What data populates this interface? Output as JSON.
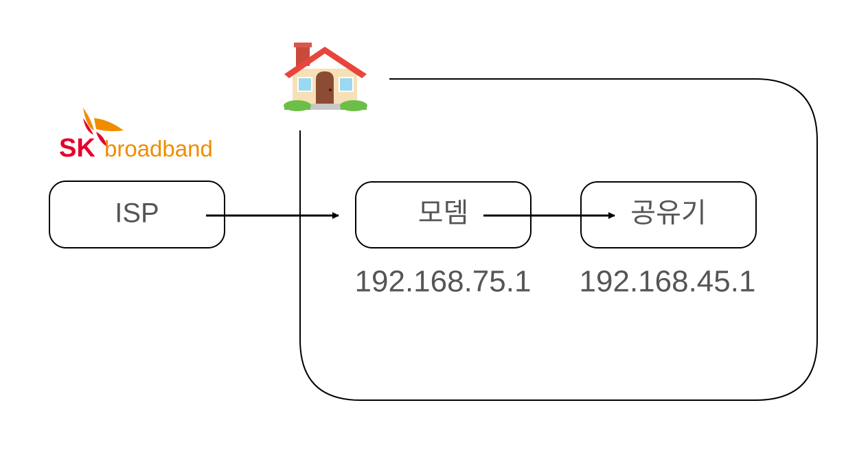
{
  "logo": {
    "brand_prefix": "SK",
    "brand_suffix": "broadband",
    "colors": {
      "red": "#e4002b",
      "orange": "#f08c00"
    }
  },
  "icons": {
    "home": "house-icon"
  },
  "nodes": {
    "isp": {
      "label": "ISP"
    },
    "modem": {
      "label": "모뎀",
      "ip": "192.168.75.1"
    },
    "router": {
      "label": "공유기",
      "ip": "192.168.45.1"
    }
  },
  "colors": {
    "stroke": "#000000",
    "text": "#555555"
  }
}
